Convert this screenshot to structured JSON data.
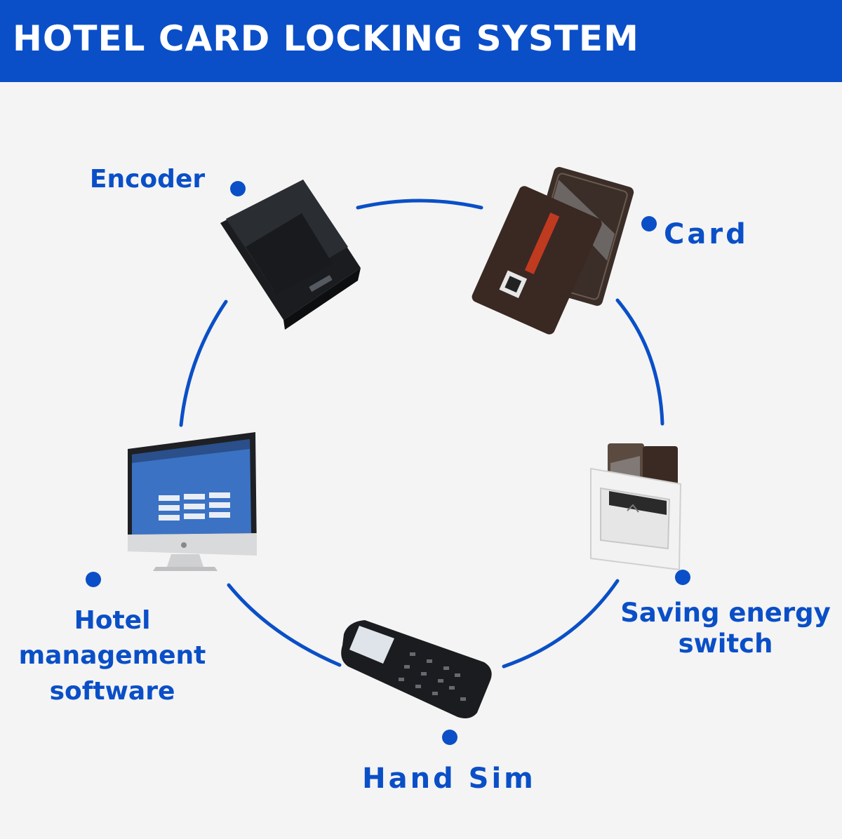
{
  "header": {
    "title": "HOTEL CARD LOCKING SYSTEM"
  },
  "nodes": {
    "encoder": {
      "label": "Encoder"
    },
    "card": {
      "label": "Card"
    },
    "saving_switch": {
      "line1": "Saving energy",
      "line2": "switch"
    },
    "hand_sim": {
      "label": "Hand Sim"
    },
    "software": {
      "line1": "Hotel",
      "line2": "management",
      "line3": "software"
    }
  },
  "colors": {
    "accent": "#0a4fc7",
    "background": "#f4f4f4"
  }
}
